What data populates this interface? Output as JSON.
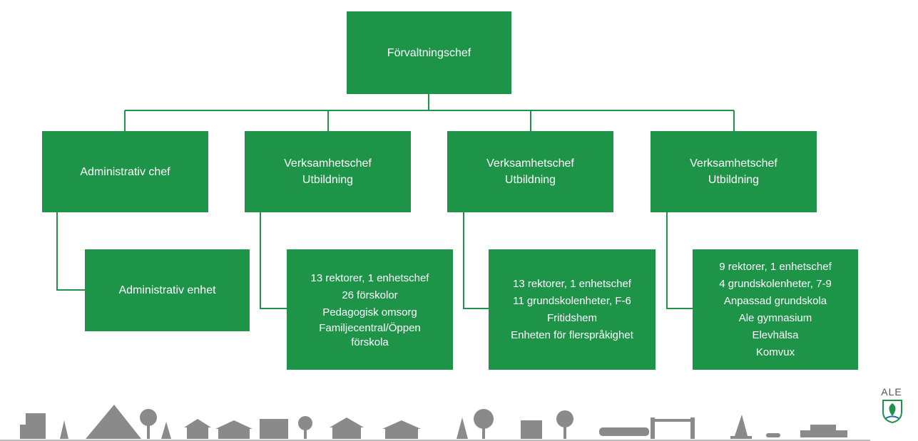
{
  "colors": {
    "box": "#1e9448",
    "line": "#1e9448",
    "skyline": "#8a8a8a"
  },
  "root": {
    "lines": [
      "Förvaltningschef"
    ]
  },
  "managers": [
    {
      "lines": [
        "Administrativ  chef"
      ]
    },
    {
      "lines": [
        "Verksamhetschef",
        "Utbildning"
      ]
    },
    {
      "lines": [
        "Verksamhetschef",
        "Utbildning"
      ]
    },
    {
      "lines": [
        "Verksamhetschef",
        "Utbildning"
      ]
    }
  ],
  "units": [
    {
      "lines": [
        "Administrativ  enhet"
      ]
    },
    {
      "lines": [
        "13 rektorer,  1 enhetschef",
        "26 förskolor",
        "Pedagogisk  omsorg",
        "Familjecentral/Öppen",
        "förskola"
      ]
    },
    {
      "lines": [
        "13 rektorer,  1 enhetschef",
        "11 grundskolenheter,  F-6",
        "Fritidshem",
        "Enheten  för flerspråkighet"
      ]
    },
    {
      "lines": [
        "9 rektorer,  1 enhetschef",
        "4 grundskolenheter,  7-9",
        "Anpassad grundskola",
        "Ale gymnasium",
        "Elevhälsa",
        "Komvux"
      ]
    }
  ],
  "logo": {
    "text": "ALE",
    "icon": "ale-leaf-emblem-icon"
  }
}
